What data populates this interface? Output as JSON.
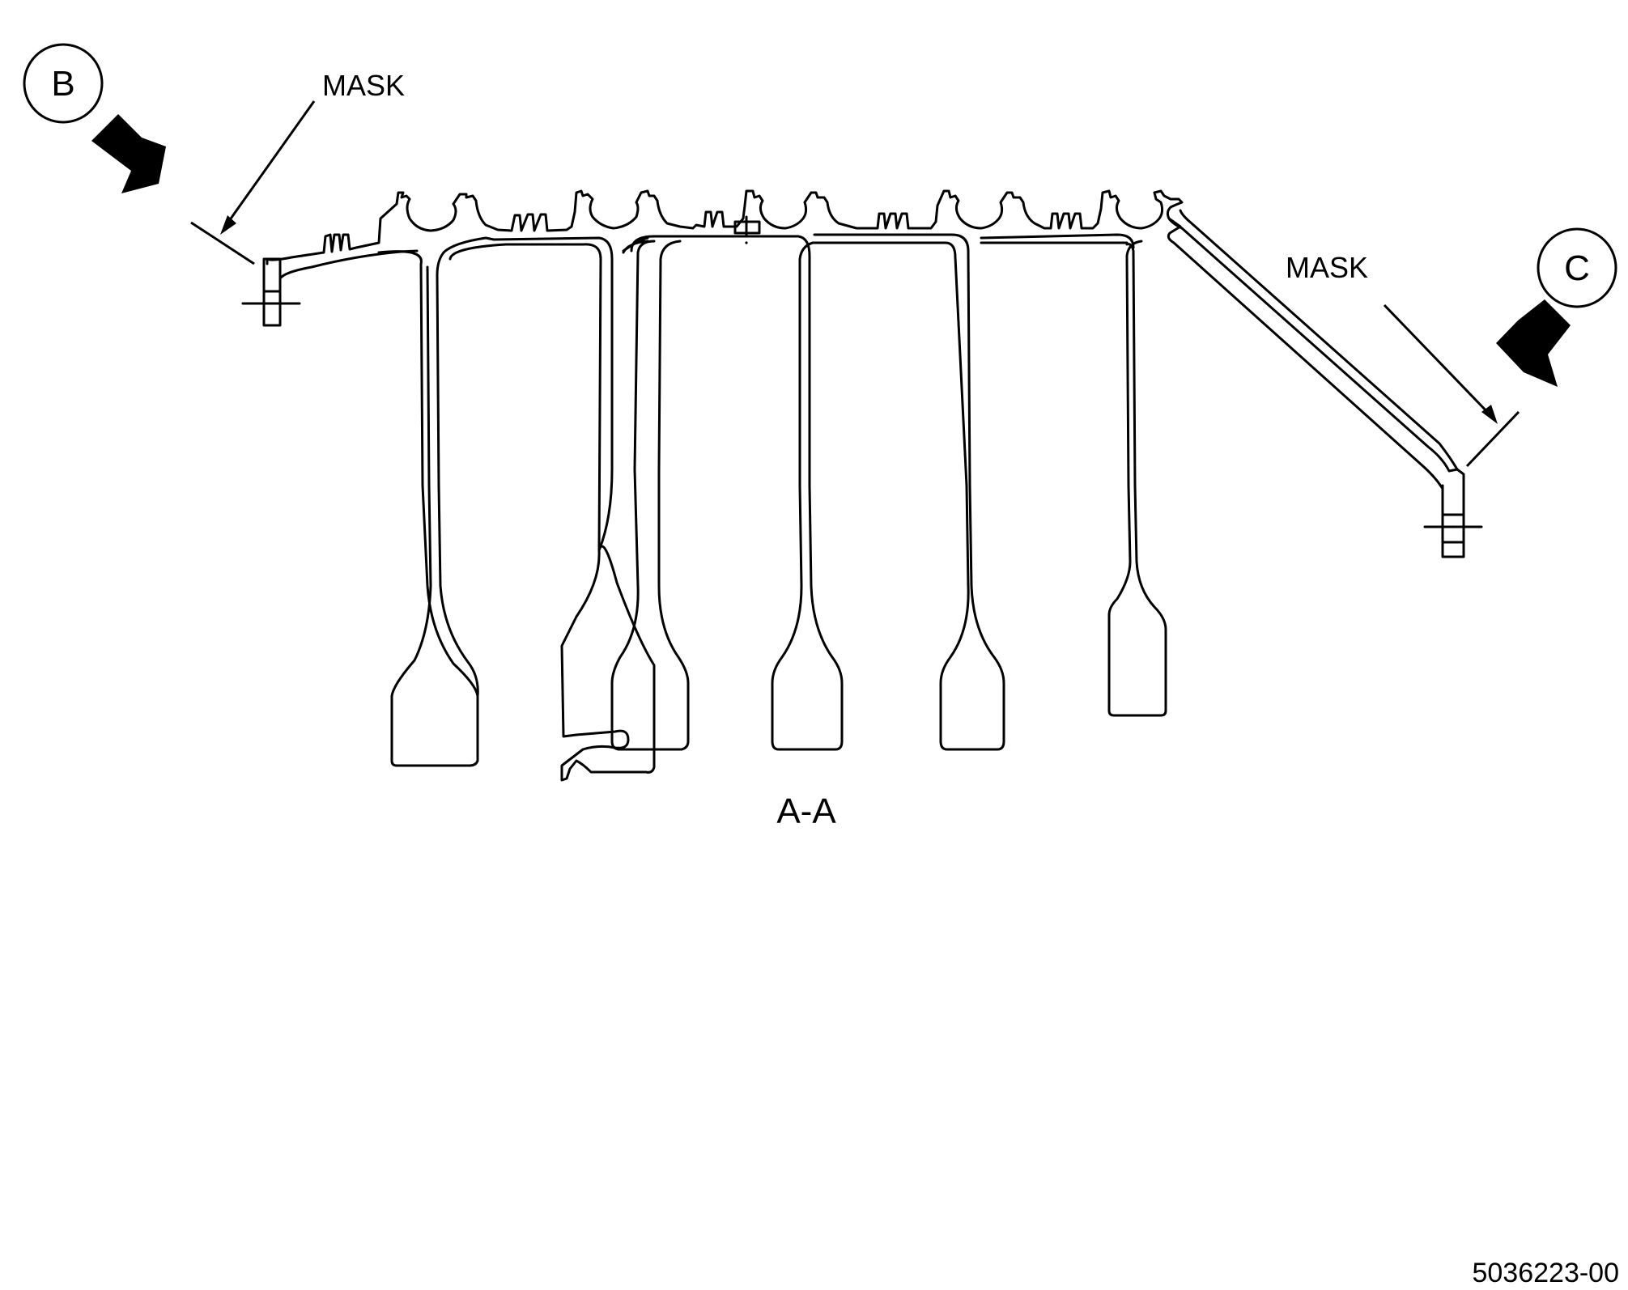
{
  "views": {
    "b": {
      "label": "B"
    },
    "c": {
      "label": "C"
    }
  },
  "callouts": {
    "mask_left": "MASK",
    "mask_right": "MASK"
  },
  "section_label": "A-A",
  "figure_number": "5036223-00",
  "colors": {
    "line": "#000000",
    "background": "#ffffff"
  }
}
